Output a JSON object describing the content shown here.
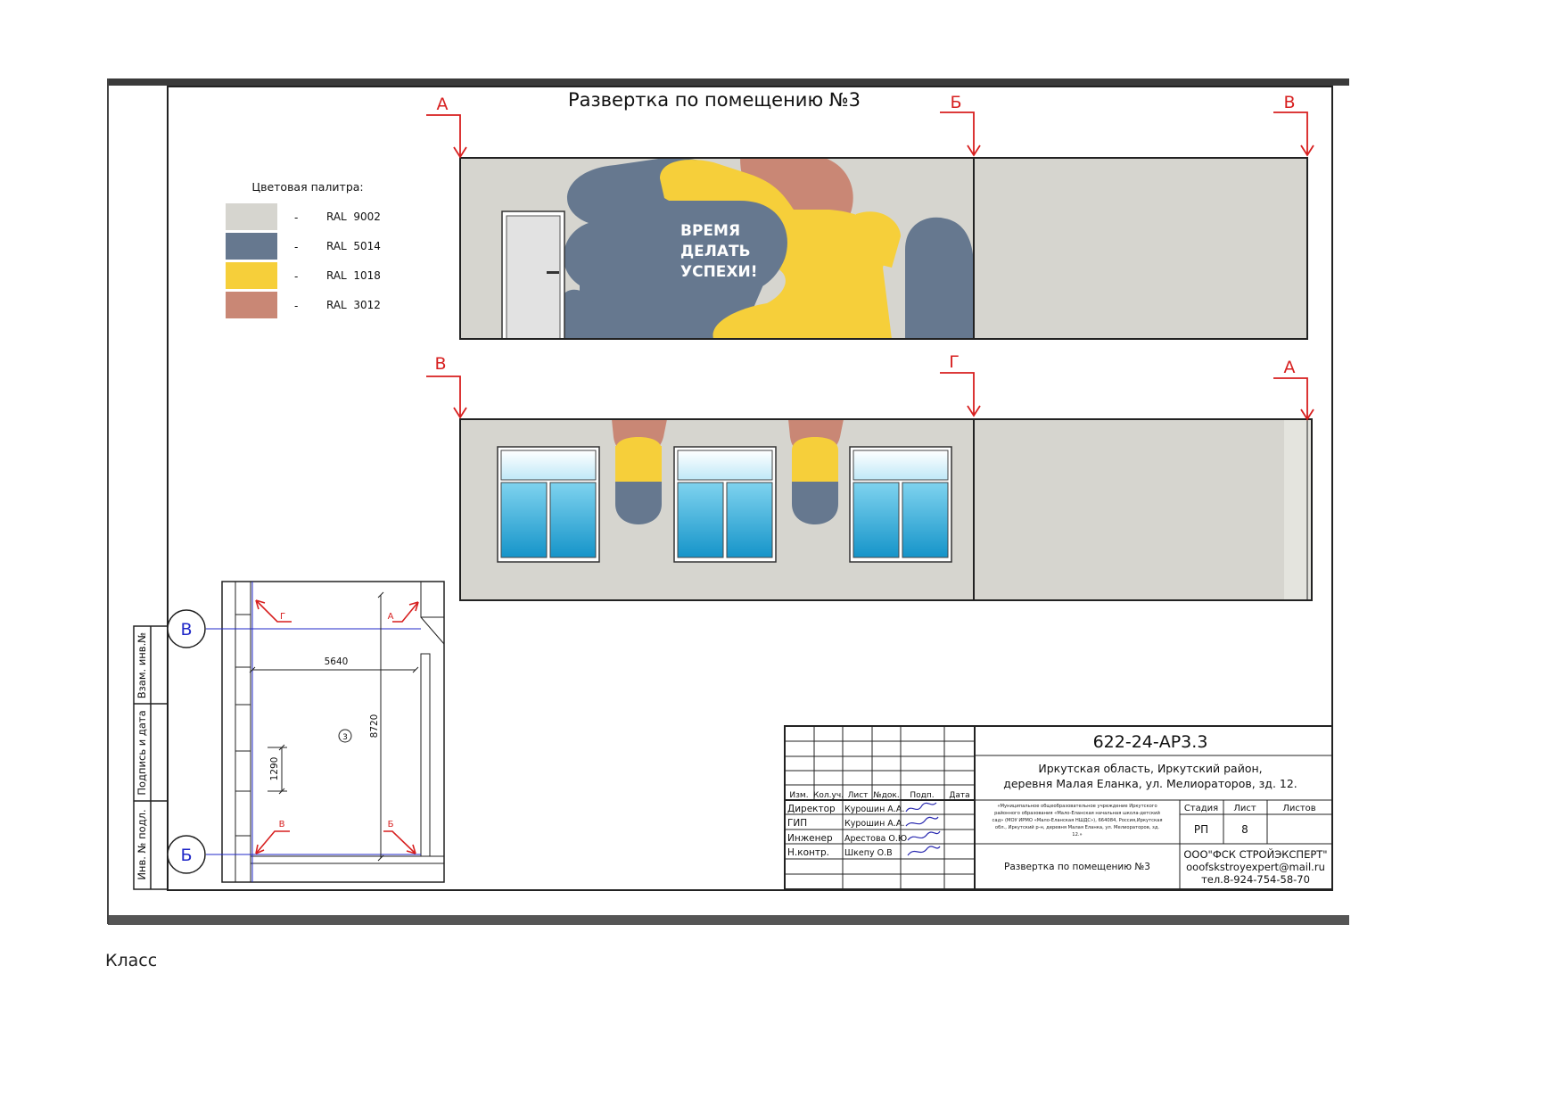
{
  "sheet": {
    "title": "Развертка по помещению №3",
    "palette": {
      "heading": "Цветовая палитра:",
      "items": [
        {
          "dash": "-",
          "code": "RAL  9002",
          "color": "#d6d5cf"
        },
        {
          "dash": "-",
          "code": "RAL  5014",
          "color": "#66788f"
        },
        {
          "dash": "-",
          "code": "RAL  1018",
          "color": "#f6cf3a"
        },
        {
          "dash": "-",
          "code": "RAL  3012",
          "color": "#c98775"
        }
      ]
    },
    "section_marks": {
      "top_left": "А",
      "top_mid": "Б",
      "top_right": "В",
      "bottom_left": "В",
      "bottom_mid": "Г",
      "bottom_right": "А"
    },
    "mural_text": [
      "ВРЕМЯ",
      "ДЕЛАТЬ",
      "УСПЕХИ!"
    ],
    "plan": {
      "axis_top": "В",
      "axis_bottom": "Б",
      "width_dim": "5640",
      "height_dim": "8720",
      "window_dim": "1290",
      "room_number": "3",
      "mark_g": "Г",
      "mark_a": "А",
      "mark_v": "В",
      "mark_b": "Б"
    },
    "side_stamp": [
      "Взам. инв.№",
      "Подпись и дата",
      "Инв. № подл."
    ],
    "title_block": {
      "code": "622-24-АР3.3",
      "address_1": "Иркутская область, Иркутский район,",
      "address_2": "деревня Малая Еланка, ул. Мелиораторов, зд. 12.",
      "object_1": "«Муниципальное общеобразовательное учреждение Иркутского",
      "object_2": "районного образования «Мало-Еланская начальная школа-детский",
      "object_3": "сад» (МОУ ИРМО «Мало-Еланская НШДС»), 664084, Россия,Иркутская",
      "object_4": "обл., Иркутский р-н, деревня Малая Еланка, ул. Мелиораторов, зд.",
      "object_5": "12.»",
      "sheet_name": "Развертка по помещению №3",
      "col_headers": [
        "Изм.",
        "Кол.уч.",
        "Лист",
        "№док.",
        "Подп.",
        "Дата"
      ],
      "staff": [
        {
          "role": "Директор",
          "name": "Курошин А.А."
        },
        {
          "role": "ГИП",
          "name": "Курошин А.А."
        },
        {
          "role": "Инженер",
          "name": "Арестова О.Ю"
        },
        {
          "role": "Н.контр.",
          "name": "Шкепу О.В"
        }
      ],
      "stage_label": "Стадия",
      "sheet_label": "Лист",
      "sheets_label": "Листов",
      "stage": "РП",
      "sheet_no": "8",
      "company": "ООО\"ФСК СТРОЙЭКСПЕРТ\"",
      "email": "ooofskstroyexpert@mail.ru",
      "phone": "тел.8-924-754-58-70"
    }
  },
  "caption": "Класс"
}
